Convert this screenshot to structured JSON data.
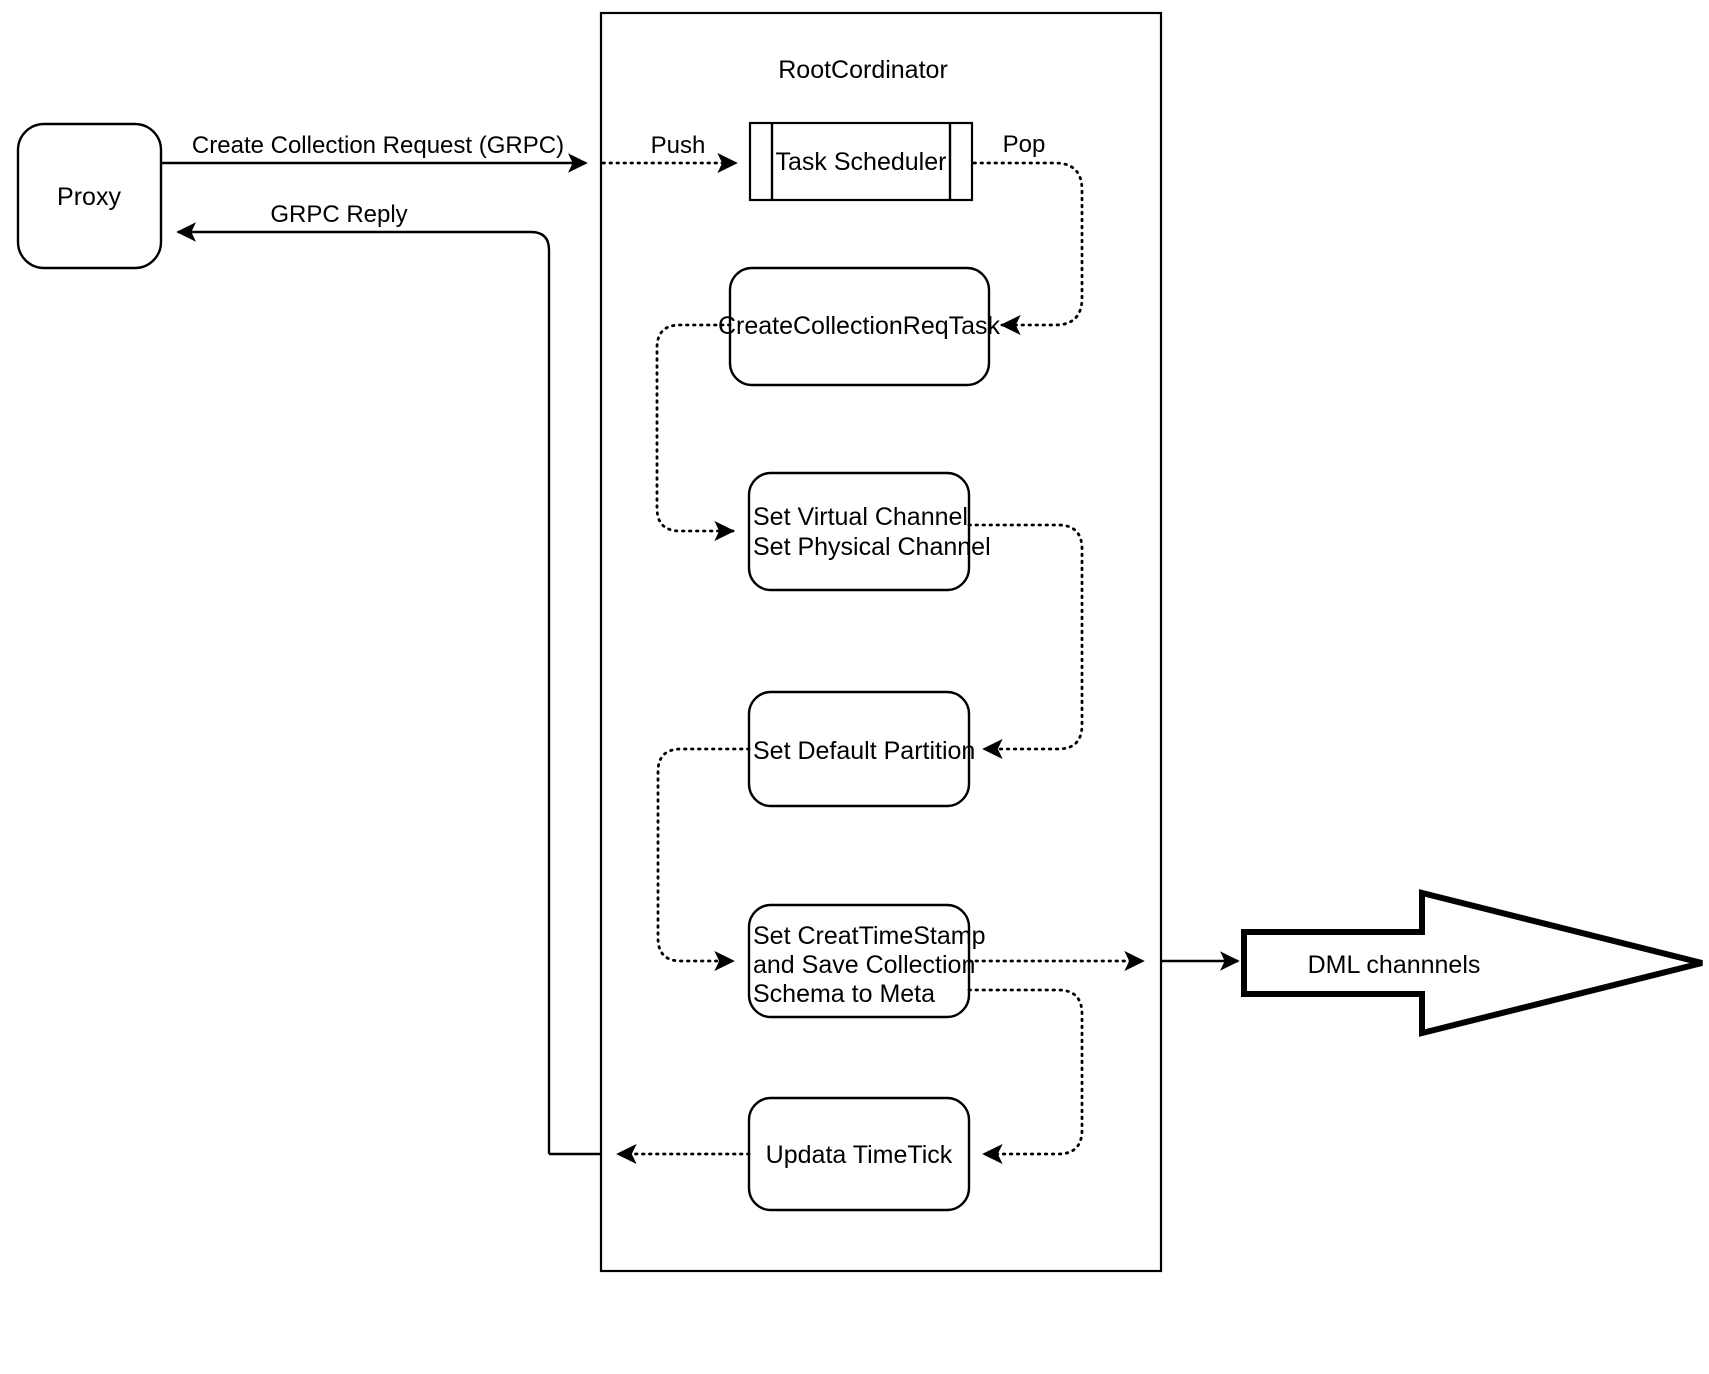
{
  "diagram": {
    "type": "flowchart",
    "title_visible": false,
    "container": {
      "label": "RootCordinator",
      "name": "root-coordinator-container"
    },
    "nodes": [
      {
        "id": "proxy",
        "label": "Proxy",
        "shape": "rounded-rect",
        "name": "node-proxy"
      },
      {
        "id": "task-scheduler",
        "label": "Task Scheduler",
        "shape": "queue-rect",
        "name": "node-task-scheduler"
      },
      {
        "id": "create-collection-req-task",
        "label": "CreateCollectionReqTask",
        "shape": "rounded-rect",
        "name": "node-create-collection-req-task"
      },
      {
        "id": "set-channels",
        "label_lines": [
          "Set Virtual Channel",
          "Set Physical Channel"
        ],
        "shape": "rounded-rect",
        "name": "node-set-channels"
      },
      {
        "id": "set-default-partition",
        "label": "Set Default Partition",
        "shape": "rounded-rect",
        "name": "node-set-default-partition"
      },
      {
        "id": "set-create-timestamp",
        "label_lines": [
          "Set CreatTimeStamp",
          "and Save Collection",
          "Schema to Meta"
        ],
        "shape": "rounded-rect",
        "name": "node-set-create-timestamp"
      },
      {
        "id": "updata-timetick",
        "label": "Updata TimeTick",
        "shape": "rounded-rect",
        "name": "node-updata-timetick"
      },
      {
        "id": "dml-channels",
        "label": "DML channnels",
        "shape": "block-arrow-right",
        "name": "node-dml-channels"
      }
    ],
    "edges": [
      {
        "id": "e1",
        "label": "Create Collection Request (GRPC)",
        "style": "solid-then-dotted",
        "from": "proxy",
        "to": "task-scheduler",
        "name": "edge-create-collection-request"
      },
      {
        "id": "e2",
        "label": "Push",
        "style": "dotted",
        "from": "container-boundary",
        "to": "task-scheduler",
        "name": "edge-push"
      },
      {
        "id": "e3",
        "label": "Pop",
        "style": "dotted",
        "from": "task-scheduler",
        "to": "create-collection-req-task",
        "name": "edge-pop"
      },
      {
        "id": "e4",
        "label": "",
        "style": "dotted",
        "from": "create-collection-req-task",
        "to": "set-channels",
        "name": "edge-task-to-channels"
      },
      {
        "id": "e5",
        "label": "",
        "style": "dotted",
        "from": "set-channels",
        "to": "set-default-partition",
        "name": "edge-channels-to-partition"
      },
      {
        "id": "e6",
        "label": "",
        "style": "dotted",
        "from": "set-default-partition",
        "to": "set-create-timestamp",
        "name": "edge-partition-to-timestamp"
      },
      {
        "id": "e7",
        "label": "",
        "style": "dotted",
        "from": "set-create-timestamp",
        "to": "dml-channels",
        "name": "edge-timestamp-to-dml"
      },
      {
        "id": "e8",
        "label": "",
        "style": "dotted",
        "from": "set-create-timestamp",
        "to": "updata-timetick",
        "name": "edge-timestamp-to-timetick"
      },
      {
        "id": "e9",
        "label": "GRPC Reply",
        "style": "dotted-then-solid",
        "from": "updata-timetick",
        "to": "proxy",
        "name": "edge-grpc-reply"
      }
    ],
    "labels": {
      "create_collection_request": "Create Collection Request (GRPC)",
      "grpc_reply": "GRPC Reply",
      "push": "Push",
      "pop": "Pop"
    },
    "colors": {
      "stroke": "#000000",
      "fill": "#ffffff",
      "text": "#000000"
    }
  }
}
